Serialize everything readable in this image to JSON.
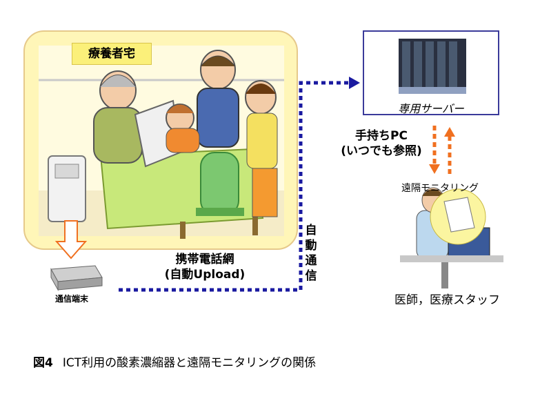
{
  "home": {
    "label": "療養者宅"
  },
  "server": {
    "caption": "専用サーバー"
  },
  "handheld_pc": {
    "line1": "手持ちPC",
    "line2": "(いつでも参照)"
  },
  "remote_monitoring": {
    "label": "遠隔モニタリング"
  },
  "network": {
    "line1": "携帯電話網",
    "line2": "(自動Upload)"
  },
  "auto_comm": {
    "label": [
      "自",
      "動",
      "通",
      "信"
    ]
  },
  "terminal": {
    "label": "通信端末"
  },
  "staff": {
    "label": "医師，医療スタッフ"
  },
  "caption": {
    "number": "図4",
    "text": "ICT利用の酸素濃縮器と遠隔モニタリングの関係"
  },
  "colors": {
    "dotted_line": "#1a1aa0",
    "orange_arrow": "#f07020",
    "panel_fill": "#fff6b8",
    "panel_border": "#e6c98a"
  }
}
